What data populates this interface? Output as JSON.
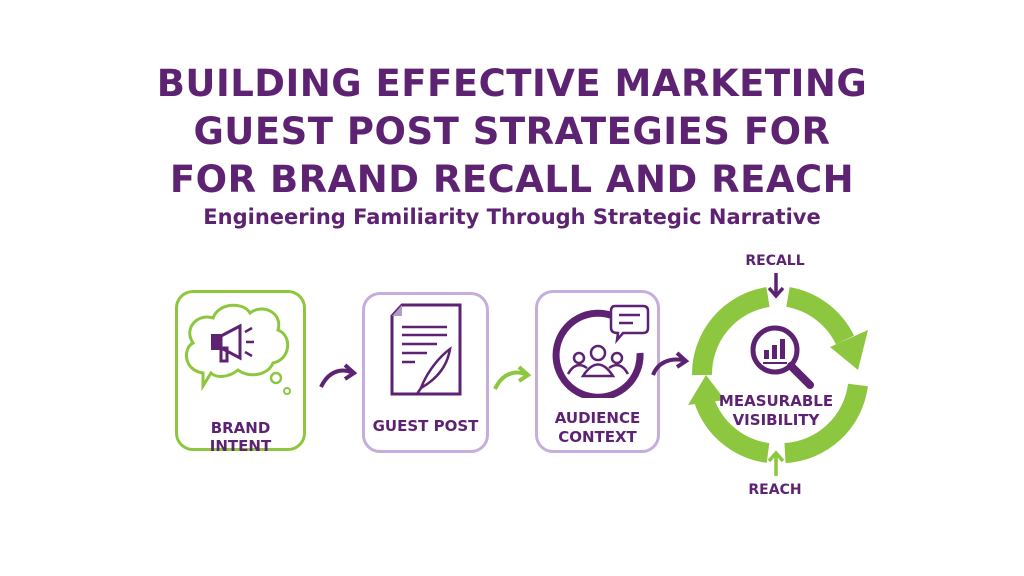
{
  "title_lines": [
    "BUILDING EFFECTIVE MARKETING",
    "GUEST POST STRATEGIES FOR",
    "FOR BRAND RECALL AND REACH"
  ],
  "subtitle": "Engineering Familiarity Through Strategic Narrative",
  "steps": [
    {
      "label": "BRAND INTENT",
      "icon": "megaphone-thought-cloud-icon"
    },
    {
      "label": "GUEST POST",
      "icon": "document-quill-icon"
    },
    {
      "label_lines": [
        "AUDIENCE",
        "CONTEXT"
      ],
      "icon": "audience-chat-icon"
    }
  ],
  "cycle": {
    "center_lines": [
      "MEASURABLE",
      "VISIBILITY"
    ],
    "top_label": "RECALL",
    "bottom_label": "REACH",
    "icon": "magnifier-chart-icon"
  },
  "colors": {
    "purple": "#5d2372",
    "green": "#8dc63f",
    "light_purple": "#c6aedc"
  }
}
